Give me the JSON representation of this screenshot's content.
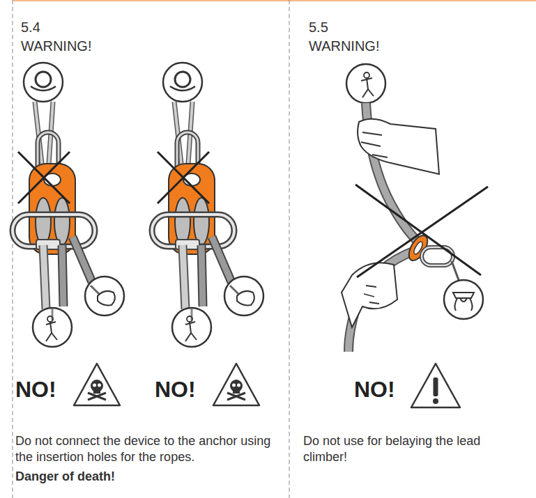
{
  "diagram": {
    "labels": [
      "5.4",
      "WARNING!",
      "5.5",
      "WARNING!",
      "NO!",
      "NO!",
      "NO!",
      "Do not connect the device to the anchor using the insertion holes for the ropes.",
      "Danger of death!",
      "Do not use for belaying the lead climber!"
    ]
  }
}
